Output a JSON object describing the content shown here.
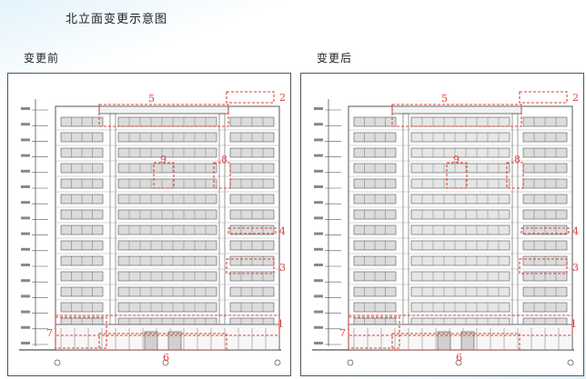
{
  "page": {
    "title": "北立面变更示意图",
    "colors": {
      "markup": "#e0403a",
      "line": "#555555",
      "window_fill": "#dcdcdc"
    }
  },
  "panels": [
    {
      "key": "before",
      "caption": "变更前",
      "annotations": [
        "5",
        "2",
        "9",
        "8",
        "4",
        "3",
        "7",
        "1",
        "6"
      ]
    },
    {
      "key": "after",
      "caption": "变更后",
      "annotations": [
        "5",
        "2",
        "9",
        "8",
        "4",
        "3",
        "7",
        "1",
        "6"
      ]
    }
  ]
}
